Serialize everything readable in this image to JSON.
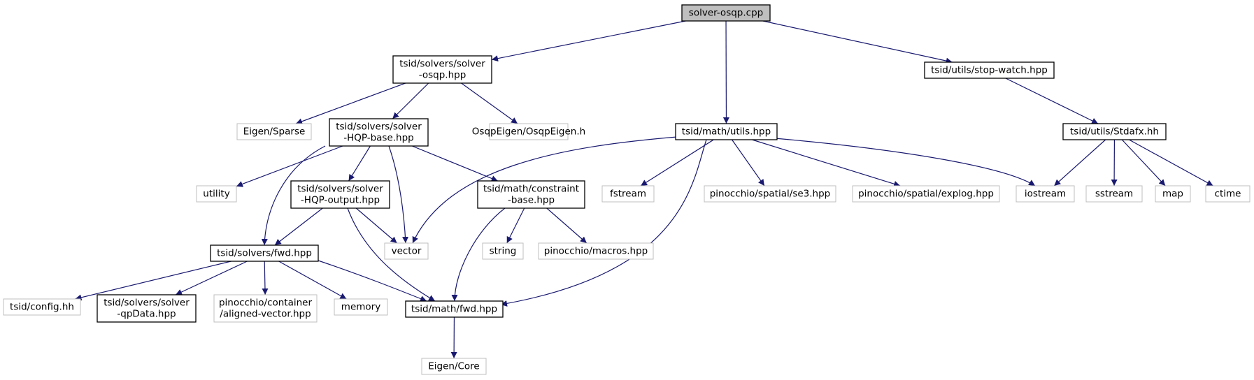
{
  "colors": {
    "edge": "#191970",
    "documented_border": "#000000",
    "external_border": "#bfbfbf",
    "root_fill": "#bfbfbf",
    "node_fill": "#ffffff"
  },
  "nodes": [
    {
      "id": "root",
      "lines": [
        "solver-osqp.cpp"
      ],
      "kind": "root"
    },
    {
      "id": "solver-osqp-hpp",
      "lines": [
        "tsid/solvers/solver",
        "-osqp.hpp"
      ],
      "kind": "documented"
    },
    {
      "id": "math-utils",
      "lines": [
        "tsid/math/utils.hpp"
      ],
      "kind": "documented"
    },
    {
      "id": "stop-watch",
      "lines": [
        "tsid/utils/stop-watch.hpp"
      ],
      "kind": "documented"
    },
    {
      "id": "eigen-sparse",
      "lines": [
        "Eigen/Sparse"
      ],
      "kind": "external"
    },
    {
      "id": "hqp-base",
      "lines": [
        "tsid/solvers/solver",
        "-HQP-base.hpp"
      ],
      "kind": "documented"
    },
    {
      "id": "osqpeigen",
      "lines": [
        "OsqpEigen/OsqpEigen.h"
      ],
      "kind": "external"
    },
    {
      "id": "stdafx",
      "lines": [
        "tsid/utils/Stdafx.hh"
      ],
      "kind": "documented"
    },
    {
      "id": "utility",
      "lines": [
        "utility"
      ],
      "kind": "external"
    },
    {
      "id": "hqp-output",
      "lines": [
        "tsid/solvers/solver",
        "-HQP-output.hpp"
      ],
      "kind": "documented"
    },
    {
      "id": "constraint-base",
      "lines": [
        "tsid/math/constraint",
        "-base.hpp"
      ],
      "kind": "documented"
    },
    {
      "id": "fstream",
      "lines": [
        "fstream"
      ],
      "kind": "external"
    },
    {
      "id": "se3",
      "lines": [
        "pinocchio/spatial/se3.hpp"
      ],
      "kind": "external"
    },
    {
      "id": "explog",
      "lines": [
        "pinocchio/spatial/explog.hpp"
      ],
      "kind": "external"
    },
    {
      "id": "iostream",
      "lines": [
        "iostream"
      ],
      "kind": "external"
    },
    {
      "id": "sstream",
      "lines": [
        "sstream"
      ],
      "kind": "external"
    },
    {
      "id": "map",
      "lines": [
        "map"
      ],
      "kind": "external"
    },
    {
      "id": "ctime",
      "lines": [
        "ctime"
      ],
      "kind": "external"
    },
    {
      "id": "solvers-fwd",
      "lines": [
        "tsid/solvers/fwd.hpp"
      ],
      "kind": "documented"
    },
    {
      "id": "vector",
      "lines": [
        "vector"
      ],
      "kind": "external"
    },
    {
      "id": "string",
      "lines": [
        "string"
      ],
      "kind": "external"
    },
    {
      "id": "macros",
      "lines": [
        "pinocchio/macros.hpp"
      ],
      "kind": "external"
    },
    {
      "id": "config",
      "lines": [
        "tsid/config.hh"
      ],
      "kind": "external"
    },
    {
      "id": "qpdata",
      "lines": [
        "tsid/solvers/solver",
        "-qpData.hpp"
      ],
      "kind": "documented"
    },
    {
      "id": "aligned-vector",
      "lines": [
        "pinocchio/container",
        "/aligned-vector.hpp"
      ],
      "kind": "external"
    },
    {
      "id": "memory",
      "lines": [
        "memory"
      ],
      "kind": "external"
    },
    {
      "id": "math-fwd",
      "lines": [
        "tsid/math/fwd.hpp"
      ],
      "kind": "documented"
    },
    {
      "id": "eigen-core",
      "lines": [
        "Eigen/Core"
      ],
      "kind": "external"
    }
  ],
  "edges": [
    {
      "from": "root",
      "to": "solver-osqp-hpp"
    },
    {
      "from": "root",
      "to": "math-utils"
    },
    {
      "from": "root",
      "to": "stop-watch"
    },
    {
      "from": "solver-osqp-hpp",
      "to": "eigen-sparse"
    },
    {
      "from": "solver-osqp-hpp",
      "to": "hqp-base"
    },
    {
      "from": "solver-osqp-hpp",
      "to": "osqpeigen"
    },
    {
      "from": "hqp-base",
      "to": "utility"
    },
    {
      "from": "hqp-base",
      "to": "hqp-output"
    },
    {
      "from": "hqp-base",
      "to": "constraint-base"
    },
    {
      "from": "hqp-base",
      "to": "vector"
    },
    {
      "from": "hqp-base",
      "to": "solvers-fwd"
    },
    {
      "from": "hqp-output",
      "to": "solvers-fwd"
    },
    {
      "from": "hqp-output",
      "to": "vector"
    },
    {
      "from": "hqp-output",
      "to": "math-fwd"
    },
    {
      "from": "constraint-base",
      "to": "string"
    },
    {
      "from": "constraint-base",
      "to": "macros"
    },
    {
      "from": "constraint-base",
      "to": "math-fwd"
    },
    {
      "from": "math-utils",
      "to": "vector"
    },
    {
      "from": "math-utils",
      "to": "fstream"
    },
    {
      "from": "math-utils",
      "to": "se3"
    },
    {
      "from": "math-utils",
      "to": "explog"
    },
    {
      "from": "math-utils",
      "to": "iostream"
    },
    {
      "from": "math-utils",
      "to": "math-fwd"
    },
    {
      "from": "stop-watch",
      "to": "stdafx"
    },
    {
      "from": "stdafx",
      "to": "iostream"
    },
    {
      "from": "stdafx",
      "to": "sstream"
    },
    {
      "from": "stdafx",
      "to": "map"
    },
    {
      "from": "stdafx",
      "to": "ctime"
    },
    {
      "from": "solvers-fwd",
      "to": "config"
    },
    {
      "from": "solvers-fwd",
      "to": "qpdata"
    },
    {
      "from": "solvers-fwd",
      "to": "aligned-vector"
    },
    {
      "from": "solvers-fwd",
      "to": "memory"
    },
    {
      "from": "solvers-fwd",
      "to": "math-fwd"
    },
    {
      "from": "math-fwd",
      "to": "eigen-core"
    }
  ]
}
